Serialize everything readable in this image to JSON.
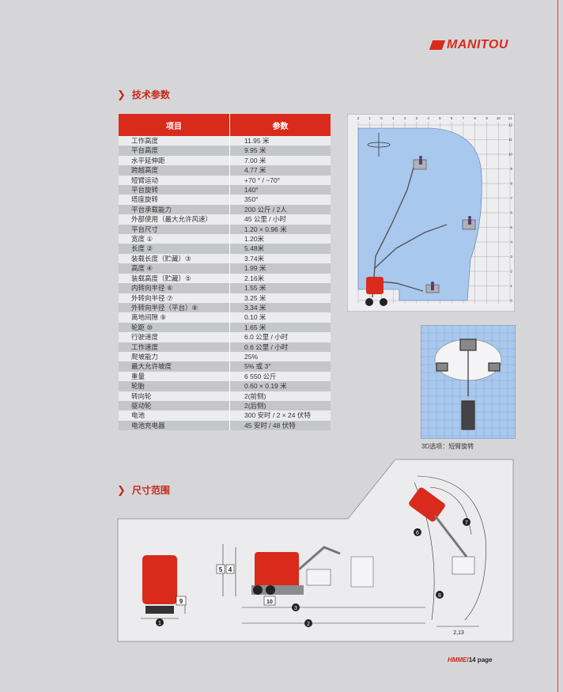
{
  "brand": {
    "name": "MANITOU",
    "color": "#d92a1c"
  },
  "sections": {
    "specs": "技术参数",
    "dimensions": "尺寸范围"
  },
  "table": {
    "headers": [
      "项目",
      "参数"
    ],
    "rows": [
      [
        "工作高度",
        "11.95 米"
      ],
      [
        "平台高度",
        "9.95 米"
      ],
      [
        "水平延伸距",
        "7.00 米"
      ],
      [
        "跨越高度",
        "4.77 米"
      ],
      [
        "短臂运动",
        "+70 ° / −70°"
      ],
      [
        "平台旋转",
        "140°"
      ],
      [
        "塔座旋转",
        "350°"
      ],
      [
        "平台承载能力",
        "200 公斤 / 2人"
      ],
      [
        "外部使用（最大允许风速）",
        "45 公里 / 小时"
      ],
      [
        "平台尺寸",
        "1.20 × 0.96 米"
      ],
      [
        "宽度 ①",
        "1.20米"
      ],
      [
        "长度 ②",
        "5.48米"
      ],
      [
        "装载长度（贮藏）③",
        "3.74米"
      ],
      [
        "高度 ④",
        "1.99 米"
      ],
      [
        "装载高度（贮藏）⑤",
        "2.16米"
      ],
      [
        "内转向半径 ⑥",
        "1.55 米"
      ],
      [
        "外转向半径 ⑦",
        "3.25 米"
      ],
      [
        "外转向半径（平台）⑧",
        "3.34 米"
      ],
      [
        "离地间隙 ⑨",
        "0.10 米"
      ],
      [
        "轮距 ⑩",
        "1.65 米"
      ],
      [
        "行驶速度",
        "6.0 公里 / 小时"
      ],
      [
        "工作速度",
        "0.6 公里 / 小时"
      ],
      [
        "爬坡能力",
        "25%"
      ],
      [
        "最大允许坡度",
        "5% 或 3°"
      ],
      [
        "重量",
        "6 550 公斤"
      ],
      [
        "轮胎",
        "0.60 × 0.19 米"
      ],
      [
        "转向轮",
        "2(前侧)"
      ],
      [
        "驱动轮",
        "2(后侧)"
      ],
      [
        "电池",
        "300 安时 / 2 × 24 伏特"
      ],
      [
        "电池充电器",
        "45 安时 / 48 伏特"
      ]
    ]
  },
  "reach_chart": {
    "x_ticks": [
      "2",
      "1",
      "0",
      "1",
      "2",
      "3",
      "4",
      "5",
      "6",
      "7",
      "8",
      "9",
      "10",
      "11"
    ],
    "y_ticks": [
      "12",
      "11",
      "10",
      "9",
      "8",
      "7",
      "6",
      "5",
      "4",
      "3",
      "2",
      "1",
      "0"
    ]
  },
  "rotation_caption": "3D选项：短臂旋转",
  "dim_labels": {
    "d1": "1",
    "d2": "2",
    "d3": "3",
    "d4": "4",
    "d5": "5",
    "d6": "6",
    "d7": "7",
    "d8": "8",
    "d9": "9",
    "d10": "10",
    "turn_width": "2,13"
  },
  "footer": {
    "brand": "HMME",
    "page": "14 page"
  }
}
